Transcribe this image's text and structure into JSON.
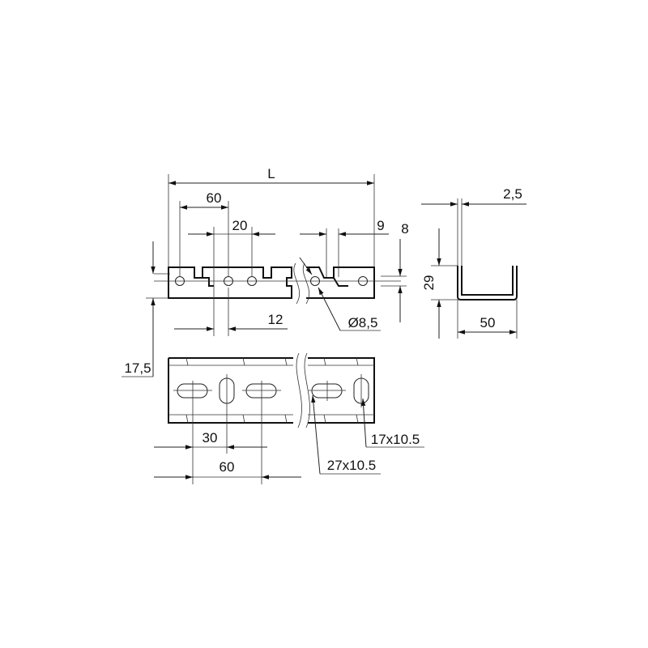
{
  "dimensions": {
    "length": "L",
    "pitch_top": "60",
    "slot_top": "20",
    "edge_9": "9",
    "height_8": "8",
    "offset_12": "12",
    "hole_diameter": "Ø8,5",
    "offset_17_5": "17,5",
    "thickness": "2,5",
    "profile_height": "29",
    "profile_width": "50",
    "pitch_30": "30",
    "pitch_bottom": "60",
    "slot_long": "27x10.5",
    "slot_short": "17x10.5"
  },
  "colors": {
    "line": "#111111",
    "background": "#ffffff"
  }
}
